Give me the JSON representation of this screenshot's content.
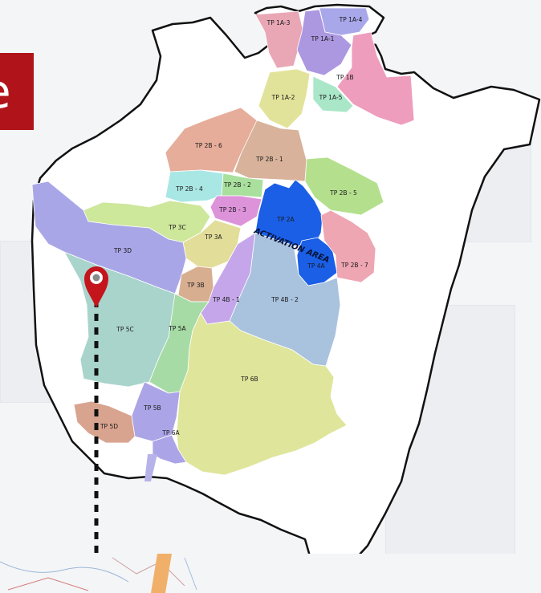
{
  "badge": {
    "text": "e"
  },
  "map": {
    "activation_label": "ACTIVATION AREA",
    "zones": [
      {
        "id": "tp1a-3",
        "label": "TP 1A-3",
        "color": "#e9a7b5"
      },
      {
        "id": "tp1a-4",
        "label": "TP 1A-4",
        "color": "#a8a7ea"
      },
      {
        "id": "tp1a-1",
        "label": "TP 1A-1",
        "color": "#ab98e0"
      },
      {
        "id": "tp1b",
        "label": "TP 1B",
        "color": "#ee9dbd"
      },
      {
        "id": "tp1a-2",
        "label": "TP 1A-2",
        "color": "#e2e39a"
      },
      {
        "id": "tp1a-5",
        "label": "TP 1A-5",
        "color": "#a9e7c8"
      },
      {
        "id": "tp2b-6",
        "label": "TP 2B - 6",
        "color": "#e6ad9a"
      },
      {
        "id": "tp2b-1",
        "label": "TP 2B - 1",
        "color": "#d8b29b"
      },
      {
        "id": "tp2b-4",
        "label": "TP 2B - 4",
        "color": "#a9e7e4"
      },
      {
        "id": "tp2b-2",
        "label": "TP 2B - 2",
        "color": "#a9e09e"
      },
      {
        "id": "tp2b-5",
        "label": "TP 2B - 5",
        "color": "#b4e08e"
      },
      {
        "id": "tp2b-3",
        "label": "TP 2B - 3",
        "color": "#dd93da"
      },
      {
        "id": "tp2a",
        "label": "TP 2A",
        "color": "#1a5fe6"
      },
      {
        "id": "tp4a",
        "label": "TP 4A",
        "color": "#1a5fe6"
      },
      {
        "id": "tp2b-7",
        "label": "TP 2B - 7",
        "color": "#eea6b3"
      },
      {
        "id": "tp3c",
        "label": "TP 3C",
        "color": "#cde79b"
      },
      {
        "id": "tp3a",
        "label": "TP 3A",
        "color": "#e3dd9a"
      },
      {
        "id": "tp3d",
        "label": "TP 3D",
        "color": "#a9a6e8"
      },
      {
        "id": "tp3b",
        "label": "TP 3B",
        "color": "#d8ae91"
      },
      {
        "id": "tp4b-1",
        "label": "TP 4B - 1",
        "color": "#c5a6ea"
      },
      {
        "id": "tp4b-2",
        "label": "TP 4B - 2",
        "color": "#a9c2de"
      },
      {
        "id": "tp5c",
        "label": "TP 5C",
        "color": "#a9d4cc"
      },
      {
        "id": "tp5a",
        "label": "TP 5A",
        "color": "#a6dba5"
      },
      {
        "id": "tp6b",
        "label": "TP 6B",
        "color": "#dfe59a"
      },
      {
        "id": "tp5b",
        "label": "TP 5B",
        "color": "#aba4e6"
      },
      {
        "id": "tp5d",
        "label": "TP 5D",
        "color": "#d9a48f"
      },
      {
        "id": "tp6a",
        "label": "TP 6A",
        "color": "#aba4e6"
      }
    ]
  },
  "marker": {
    "color": "#c4141c"
  }
}
